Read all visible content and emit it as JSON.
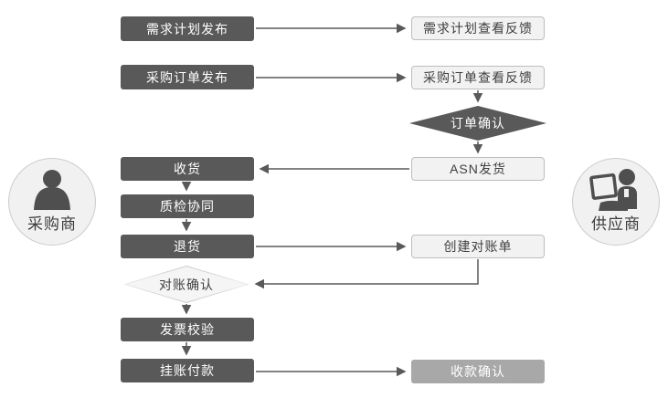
{
  "diagram": {
    "actors": {
      "purchaser": "采购商",
      "supplier": "供应商"
    },
    "nodes": {
      "demand_plan_publish": "需求计划发布",
      "po_publish": "采购订单发布",
      "receive_goods": "收货",
      "quality_collab": "质检协同",
      "return_goods": "退货",
      "reconciliation_confirm": "对账确认",
      "invoice_verify": "发票校验",
      "book_payment": "挂账付款",
      "demand_plan_feedback": "需求计划查看反馈",
      "po_feedback": "采购订单查看反馈",
      "order_confirm": "订单确认",
      "asn_ship": "ASN发货",
      "create_statement": "创建对账单",
      "receipt_confirm": "收款确认"
    },
    "colors": {
      "dark_node": "#595959",
      "light_node_bg": "#f2f2f2",
      "light_node_border": "#bdbdbd",
      "muted_node": "#a8a8a8",
      "connector": "#595959",
      "circle_bg": "#f1f1f1",
      "circle_border": "#cccccc"
    }
  }
}
